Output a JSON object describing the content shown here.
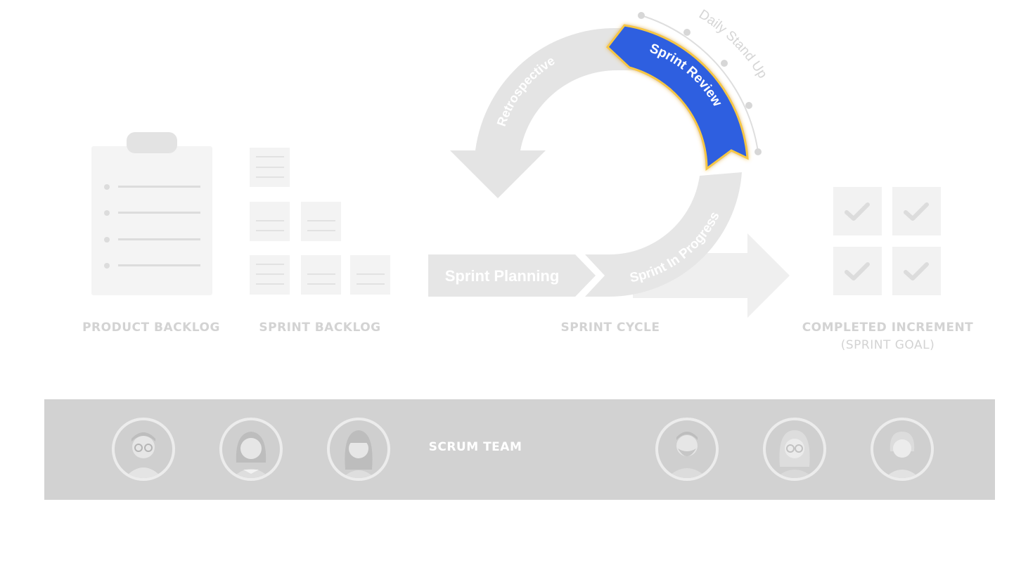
{
  "sections": {
    "product_backlog": "PRODUCT BACKLOG",
    "sprint_backlog": "SPRINT BACKLOG",
    "sprint_cycle": "SPRINT CYCLE",
    "completed_increment_line1": "COMPLETED INCREMENT",
    "completed_increment_line2": "(SPRINT GOAL)"
  },
  "cycle": {
    "sprint_planning": "Sprint Planning",
    "sprint_in_progress": "Sprint In Progress",
    "sprint_review": "Sprint Review",
    "retrospective": "Retrospective",
    "daily_stand_up": "Daily Stand Up"
  },
  "team": {
    "label": "SCRUM TEAM",
    "members": [
      "glasses-man-avatar",
      "woman-avatar",
      "long-hair-woman-avatar",
      "bearded-man-avatar",
      "woman-glasses-avatar",
      "short-hair-woman-avatar"
    ]
  },
  "colors": {
    "highlight": "#2f5fe0",
    "highlight_glow": "#f6c744",
    "muted_shape": "#e6e6e6",
    "muted_text": "#d3d3d3",
    "band": "#d2d2d2"
  }
}
